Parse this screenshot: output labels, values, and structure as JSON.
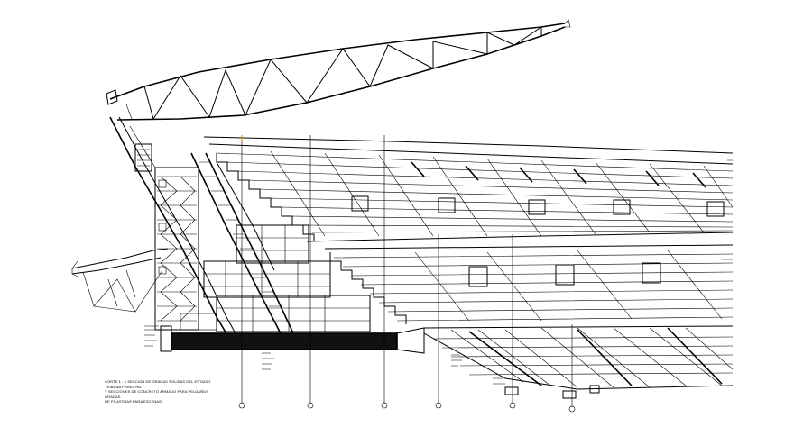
{
  "drawing": {
    "subject": "stadium-grandstand-section",
    "colors": {
      "line": "#000000",
      "background": "#ffffff",
      "accent": "#d4a000"
    }
  },
  "notes": {
    "line_1": "CORTE 1 - 1 SECCION DE GRADAS SOLIDAS DEL ESTADIO TRIBUNA PRINCIPAL",
    "line_2": "Y SECCIONES DE CONCRETO ARMADO PARA PELDAÑOS GRADAS",
    "line_3": "DE PILASTRAS PARA ESCENAS"
  }
}
